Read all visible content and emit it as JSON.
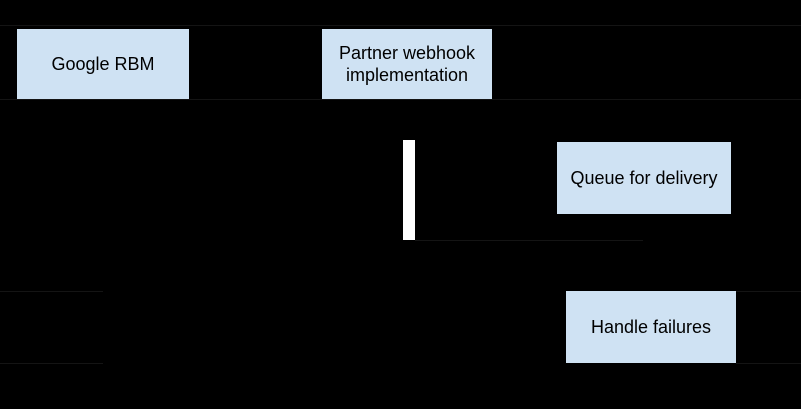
{
  "diagram": {
    "type": "sequence-flow",
    "background_color": "#000000",
    "node_fill_color": "#cfe2f3",
    "node_text_color": "#000000",
    "activation_bar_color": "#ffffff",
    "connector_line_color": "#141414",
    "nodes": {
      "google_rbm": {
        "label": "Google RBM"
      },
      "partner_webhook": {
        "label": "Partner webhook implementation"
      },
      "queue_for_delivery": {
        "label": "Queue for delivery"
      },
      "handle_failures": {
        "label": "Handle failures"
      }
    }
  }
}
